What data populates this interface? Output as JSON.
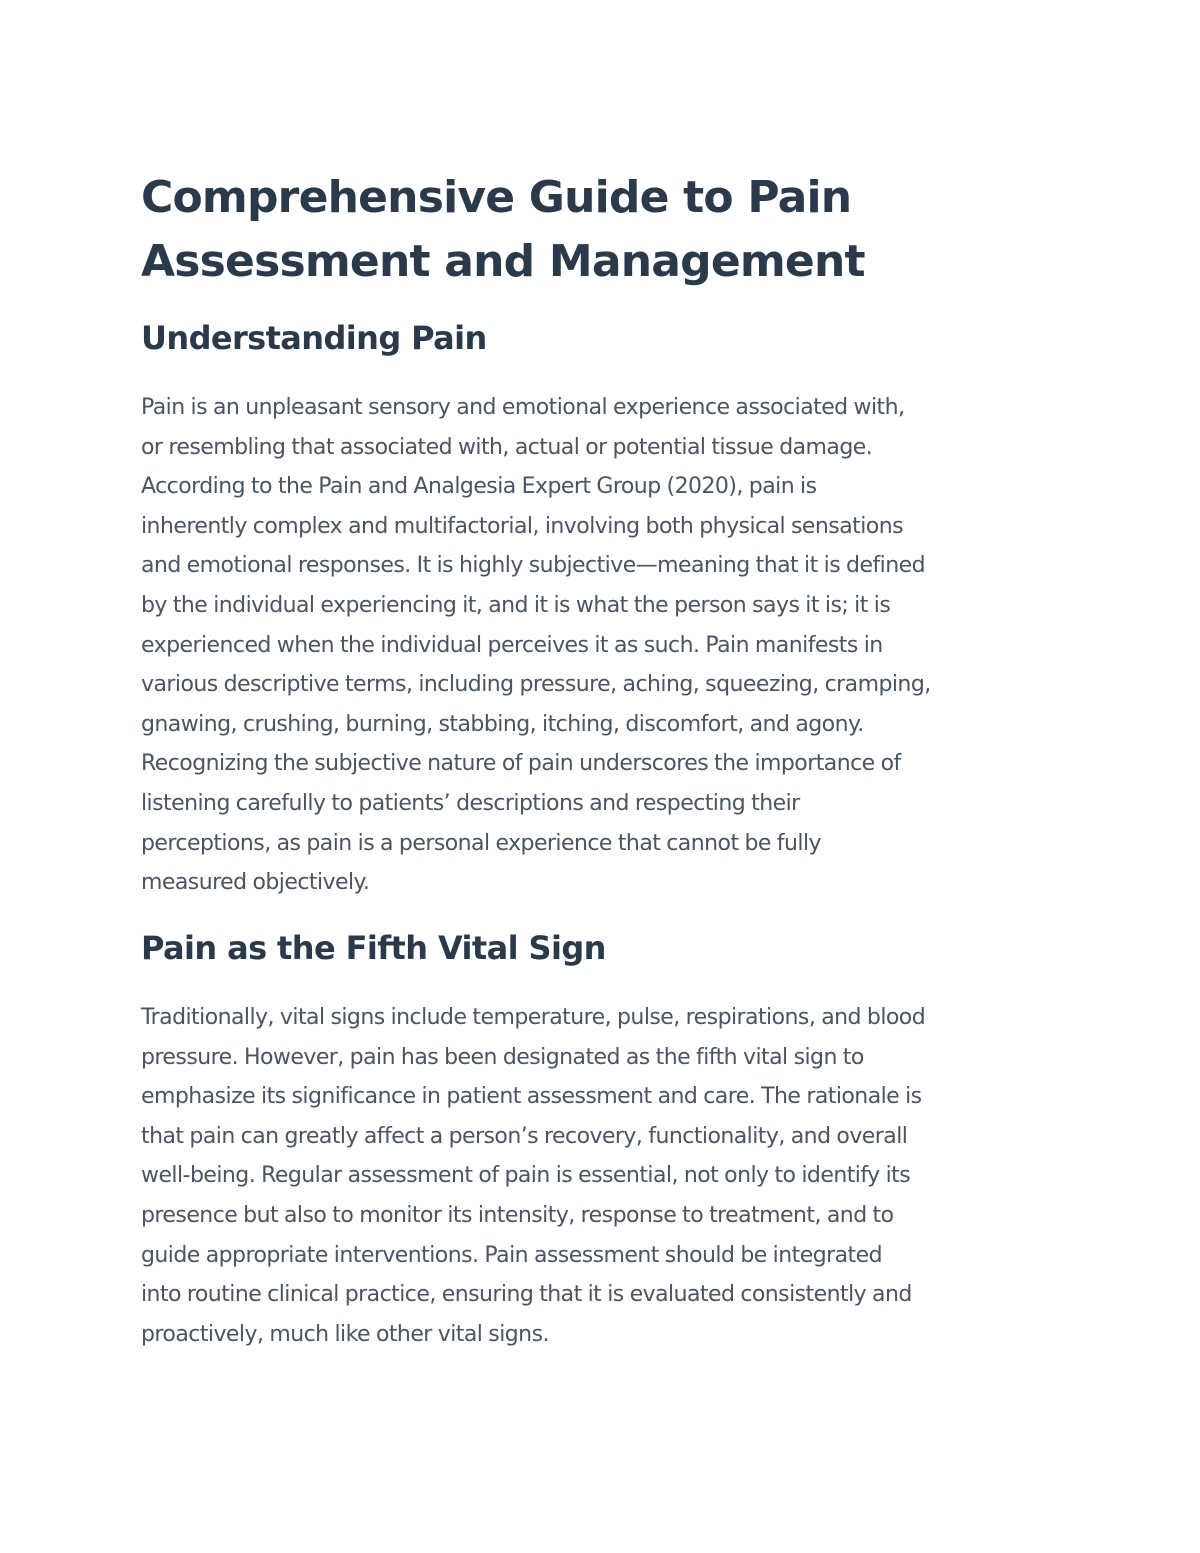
{
  "document": {
    "title_lines": [
      "Comprehensive Guide to Pain",
      "Assessment and Management"
    ],
    "sections": [
      {
        "heading": "Understanding Pain",
        "paragraph_lines": [
          "Pain is an unpleasant sensory and emotional experience associated with,",
          "or resembling that associated with, actual or potential tissue damage.",
          "According to the Pain and Analgesia Expert Group (2020), pain is",
          "inherently complex and multifactorial, involving both physical sensations",
          "and emotional responses. It is highly subjective—meaning that it is defined",
          "by the individual experiencing it, and it is what the person says it is; it is",
          "experienced when the individual perceives it as such. Pain manifests in",
          "various descriptive terms, including pressure, aching, squeezing, cramping,",
          "gnawing, crushing, burning, stabbing, itching, discomfort, and agony.",
          "Recognizing the subjective nature of pain underscores the importance of",
          "listening carefully to patients’ descriptions and respecting their",
          "perceptions, as pain is a personal experience that cannot be fully",
          "measured objectively."
        ]
      },
      {
        "heading": "Pain as the Fifth Vital Sign",
        "paragraph_lines": [
          "Traditionally, vital signs include temperature, pulse, respirations, and blood",
          "pressure. However, pain has been designated as the fifth vital sign to",
          "emphasize its significance in patient assessment and care. The rationale is",
          "that pain can greatly affect a person’s recovery, functionality, and overall",
          "well-being. Regular assessment of pain is essential, not only to identify its",
          "presence but also to monitor its intensity, response to treatment, and to",
          "guide appropriate interventions. Pain assessment should be integrated",
          "into routine clinical practice, ensuring that it is evaluated consistently and",
          "proactively, much like other vital signs."
        ]
      }
    ],
    "colors": {
      "heading": "#2b3a4b",
      "body": "#4a5563",
      "background": "#ffffff"
    }
  }
}
